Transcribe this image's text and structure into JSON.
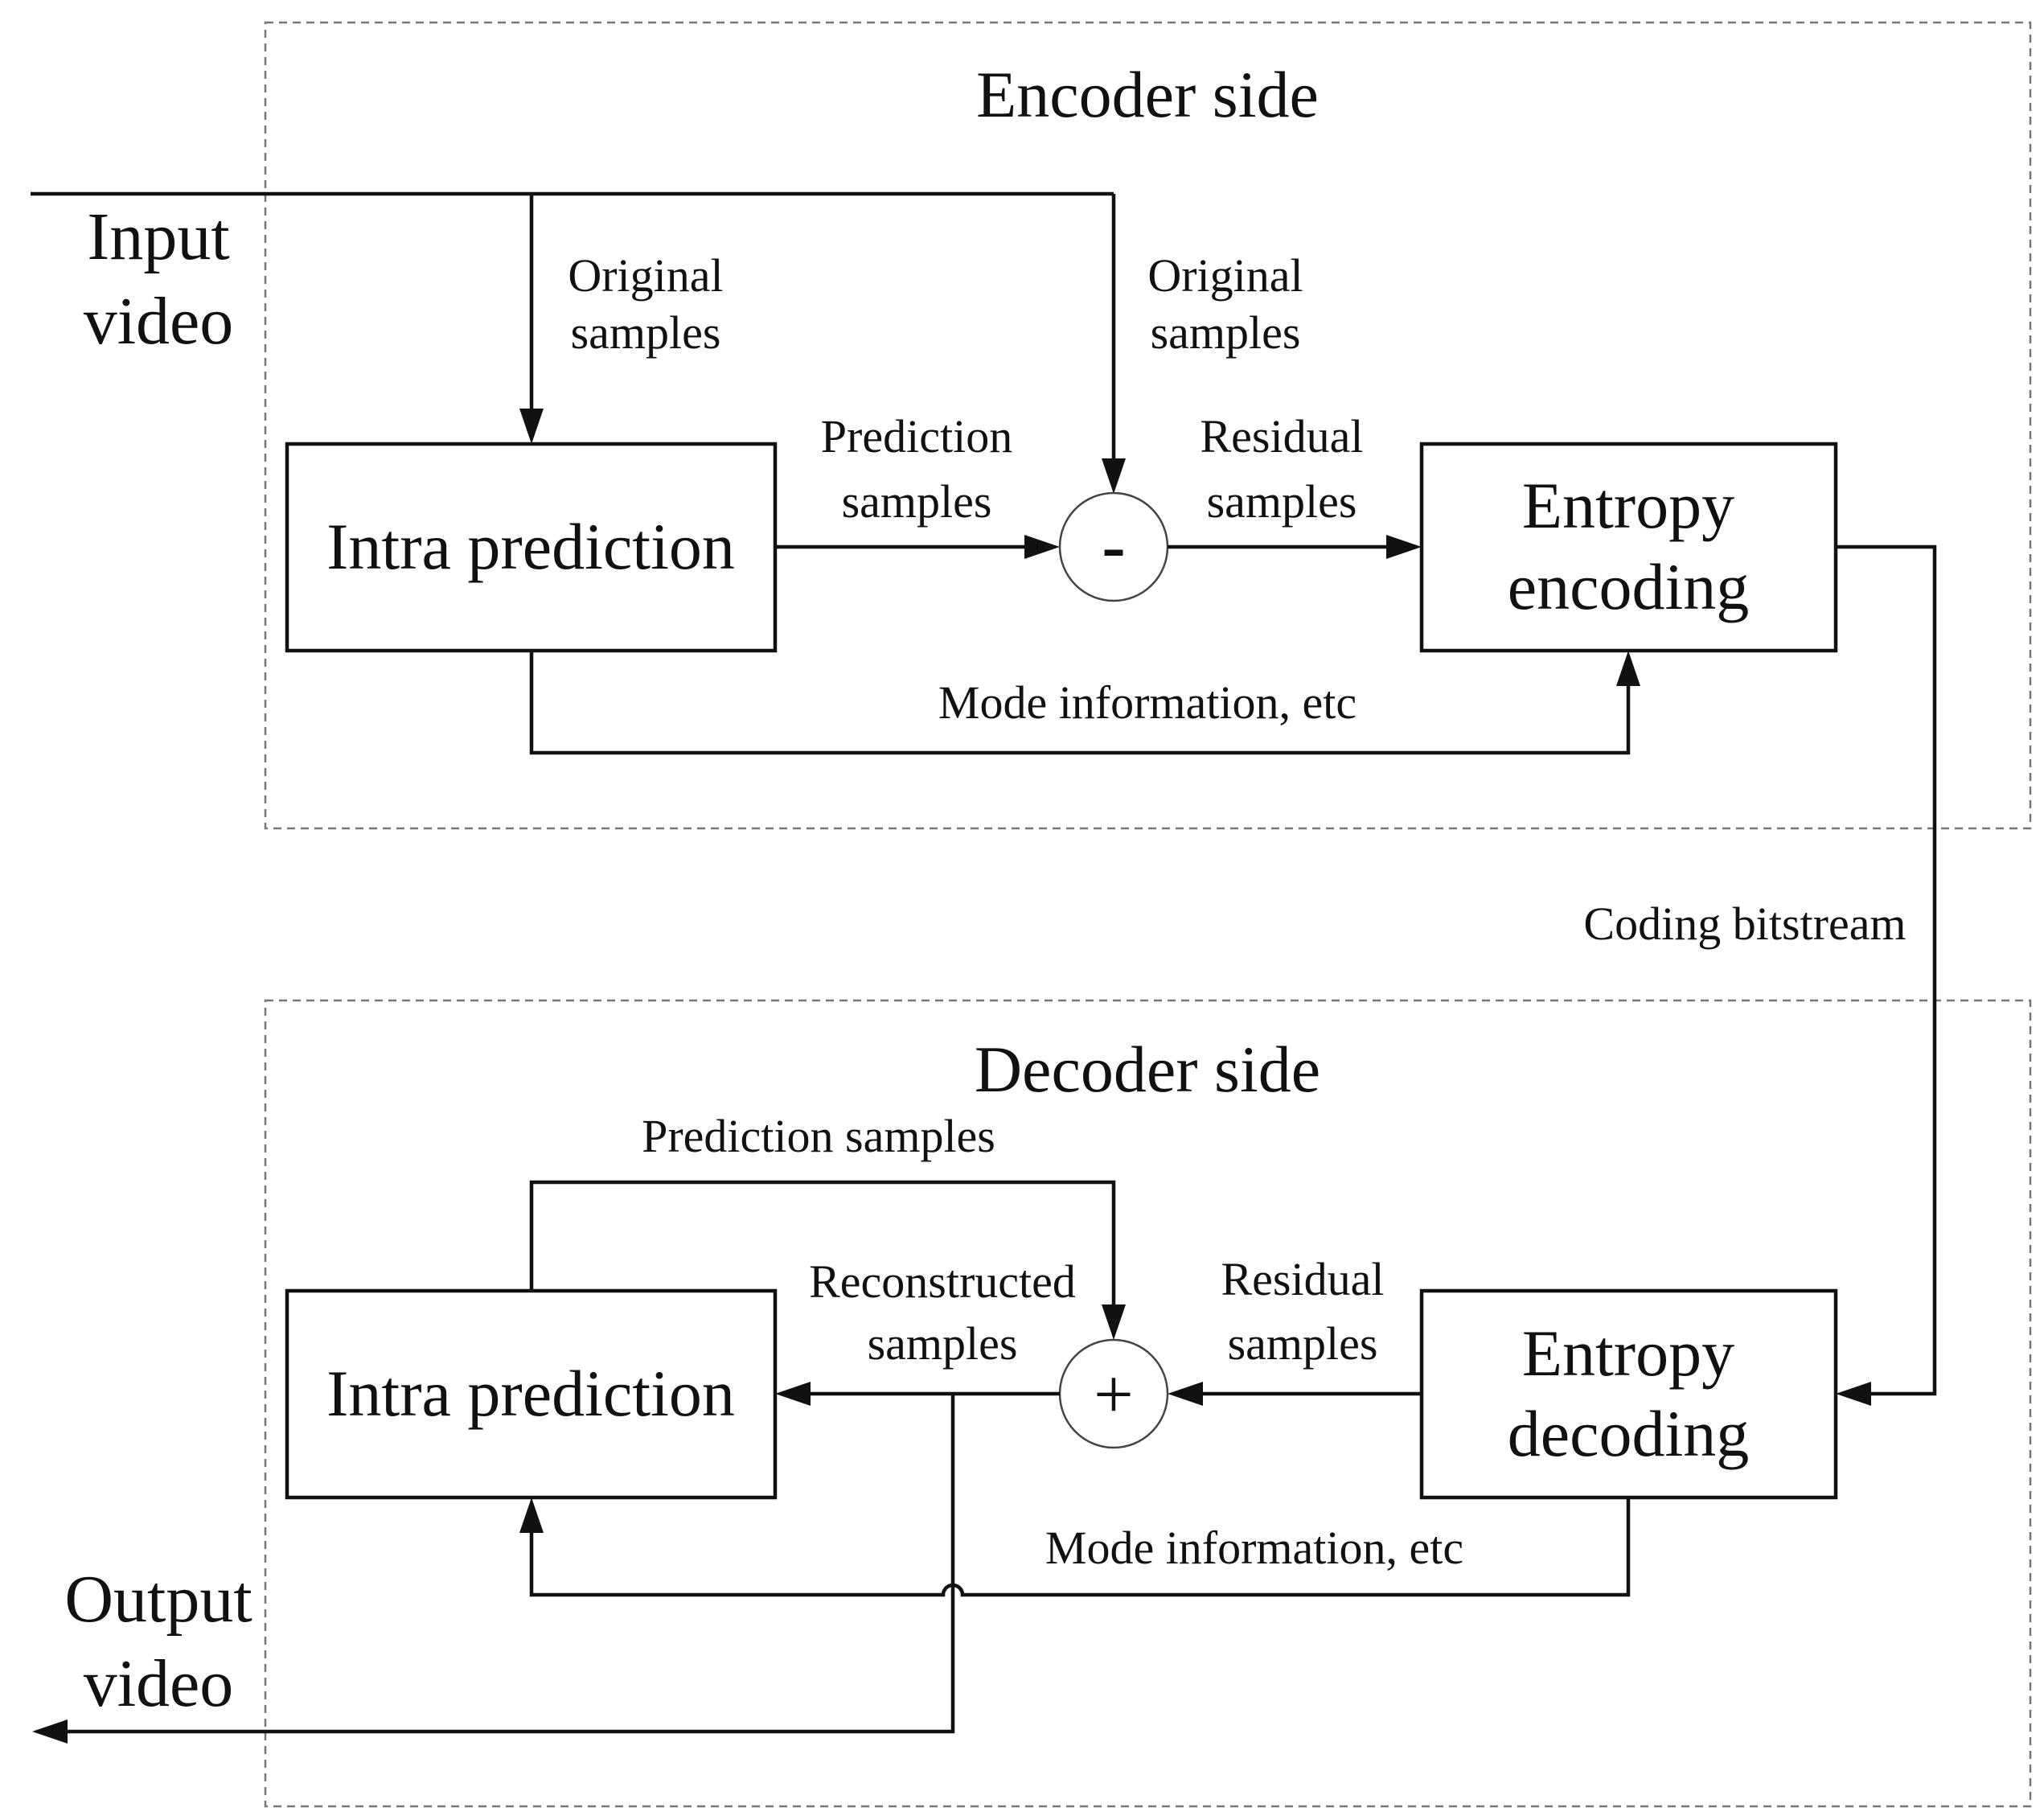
{
  "encoder": {
    "title": "Encoder side",
    "intra_block": "Intra prediction",
    "entropy_block": [
      "Entropy",
      "encoding"
    ],
    "subtract_symbol": "-",
    "labels": {
      "original_left": [
        "Original",
        "samples"
      ],
      "original_right": [
        "Original",
        "samples"
      ],
      "prediction": [
        "Prediction",
        "samples"
      ],
      "residual": [
        "Residual",
        "samples"
      ],
      "mode_info": "Mode information, etc"
    }
  },
  "decoder": {
    "title": "Decoder side",
    "intra_block": "Intra prediction",
    "entropy_block": [
      "Entropy",
      "decoding"
    ],
    "add_symbol": "+",
    "labels": {
      "prediction": "Prediction samples",
      "reconstructed": [
        "Reconstructed",
        "samples"
      ],
      "residual": [
        "Residual",
        "samples"
      ],
      "mode_info": "Mode information, etc"
    }
  },
  "io": {
    "input": [
      "Input",
      "video"
    ],
    "output": [
      "Output",
      "video"
    ]
  },
  "bitstream_label": "Coding bitstream",
  "colors": {
    "lines": "#111111",
    "frame": "#777777",
    "background": "#ffffff"
  }
}
